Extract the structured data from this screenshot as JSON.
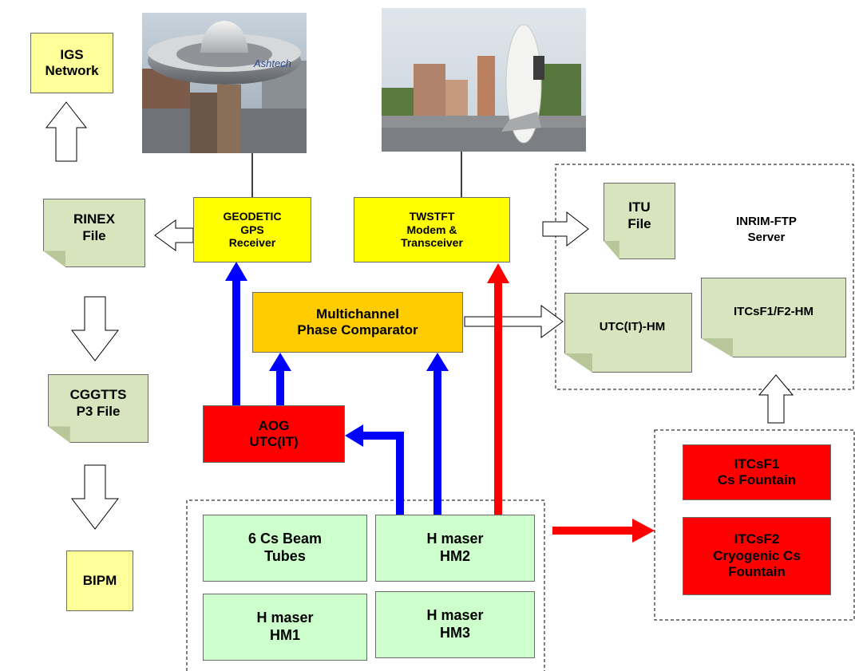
{
  "photos": {
    "gps_antenna": {
      "brand_text": "Ashtech"
    },
    "satellite_dish": {}
  },
  "boxes": {
    "igs": [
      "IGS",
      "Network"
    ],
    "rinex": [
      "RINEX",
      "File"
    ],
    "cggtts": [
      "CGGTTS",
      "P3 File"
    ],
    "bipm": [
      "BIPM"
    ],
    "gps_receiver": [
      "GEODETIC",
      "GPS",
      "Receiver"
    ],
    "twstft": [
      "TWSTFT",
      "Modem &",
      "Transceiver"
    ],
    "itu": [
      "ITU",
      "File"
    ],
    "ftp_server": [
      "INRIM-FTP",
      "Server"
    ],
    "comparator": [
      "Multichannel",
      "Phase Comparator"
    ],
    "utc_hm": [
      "UTC(IT)-HM"
    ],
    "itcsf_hm": [
      "ITCsF1/F2-HM"
    ],
    "aog": [
      "AOG",
      "UTC(IT)"
    ],
    "beam_tubes": [
      "6 Cs Beam",
      "Tubes"
    ],
    "hm2": [
      "H maser",
      "HM2"
    ],
    "hm1": [
      "H maser",
      "HM1"
    ],
    "hm3": [
      "H maser",
      "HM3"
    ],
    "itcsf1": [
      "ITCsF1",
      "Cs Fountain"
    ],
    "itcsf2": [
      "ITCsF2",
      "Cryogenic Cs",
      "Fountain"
    ]
  },
  "colors": {
    "blue_arrow": "#0000ff",
    "red_arrow": "#ff0000",
    "yellow_light": "#ffff99",
    "yellow": "#ffff00",
    "doc_green": "#d7e4bd",
    "mint": "#ccffcc",
    "orange": "#ffcc00",
    "red": "#ff0000"
  }
}
